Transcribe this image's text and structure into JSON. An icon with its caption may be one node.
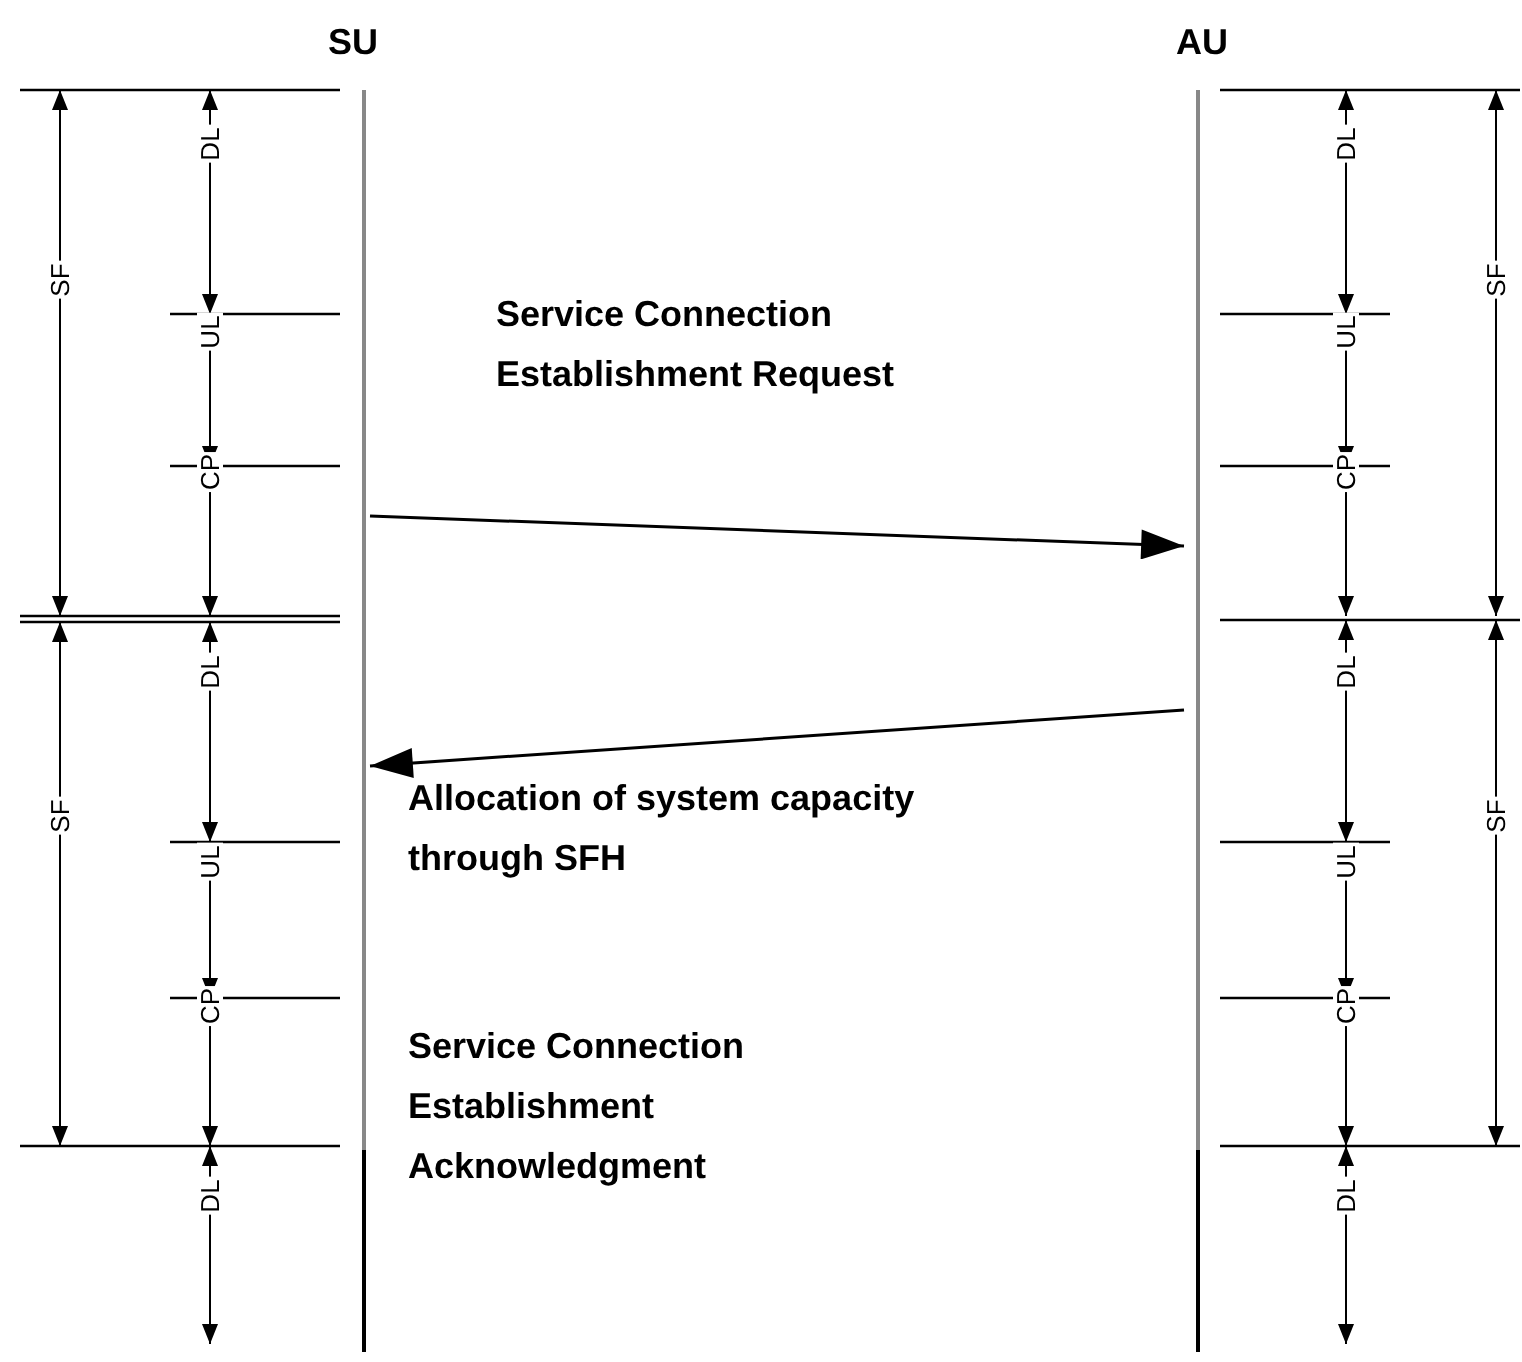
{
  "diagram": {
    "nodes": [
      {
        "text": [
          "SU"
        ]
      },
      {
        "text": [
          "AU"
        ]
      }
    ],
    "edges": [
      {
        "from": 0,
        "to": 1,
        "arrow": "to",
        "label": "Service Connection Establishment Request"
      },
      {
        "from": 1,
        "to": 0,
        "arrow": "to",
        "label": "Allocation of system capacity through SFH"
      }
    ],
    "labels": [
      "DL",
      "DL",
      "SF",
      "SF",
      "UL",
      "UL",
      "CP",
      "CP",
      "DL",
      "DL",
      "SF",
      "SF",
      "UL",
      "UL",
      "CP",
      "CP",
      "Service Connection Establishment Acknowledgment",
      "DL",
      "DL"
    ]
  }
}
